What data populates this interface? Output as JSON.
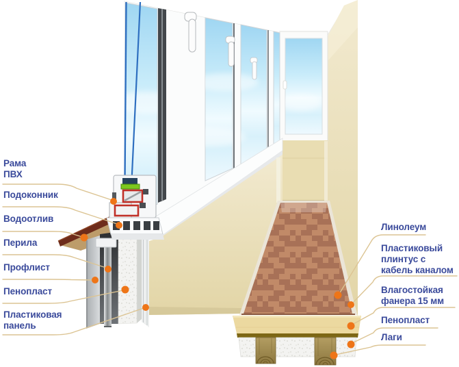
{
  "diagram": {
    "title": "balcony-glazing-and-insulation-cutaway",
    "labels_left": [
      {
        "id": "rama-pvh",
        "text": "Рама ПВХ"
      },
      {
        "id": "podokonnik",
        "text": "Подоконник"
      },
      {
        "id": "vodootliv",
        "text": "Водоотлив"
      },
      {
        "id": "perila",
        "text": "Перила"
      },
      {
        "id": "proflist",
        "text": "Профлист"
      },
      {
        "id": "penoplast-wall",
        "text": "Пенопласт"
      },
      {
        "id": "plastikovaya-panel",
        "text": "Пластиковая панель"
      }
    ],
    "labels_right": [
      {
        "id": "linoleum",
        "text": "Линолеум"
      },
      {
        "id": "plastikovy-plintus",
        "text": "Пластиковый плинтус с кабель каналом"
      },
      {
        "id": "vlagostoikaya-fanera",
        "text": "Влагостойкая фанера 15 мм"
      },
      {
        "id": "penoplast-pol",
        "text": "Пенопласт"
      },
      {
        "id": "lagi",
        "text": "Лаги"
      }
    ],
    "colors": {
      "label_text": "#3a4a9b",
      "leader_line": "#dcc493",
      "marker_dot": "#ee7518",
      "wall_beige": "#e7dcb0",
      "sky_blue": "#aadcf5",
      "frame_white": "#f7f8f9",
      "chamber_red": "#c03028",
      "gasket_green": "#7cc81e",
      "glass_edge_blue": "#2e6fc0",
      "linoleum_light": "#c18a68",
      "linoleum_dark": "#a87157",
      "plywood_tan": "#ecd9a0",
      "joist_wood": "#a08c50",
      "drip_edge_brown": "#6e2c1a"
    }
  }
}
